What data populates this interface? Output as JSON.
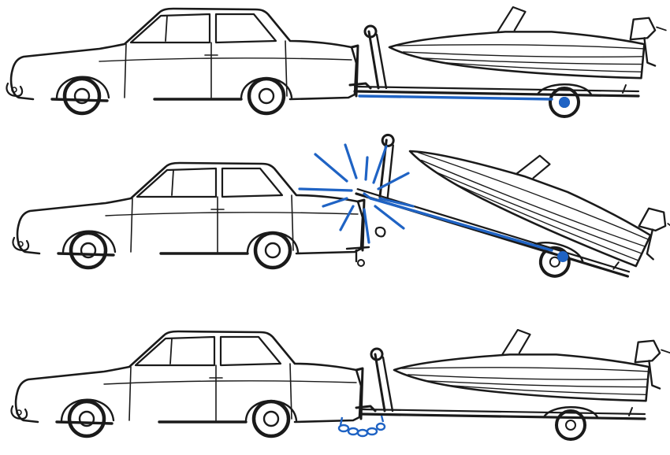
{
  "illustration": {
    "panels": [
      {
        "name": "hitched-correctly",
        "shows": [
          "car",
          "trailer",
          "boat"
        ],
        "hitch": "connected"
      },
      {
        "name": "hitch-failure",
        "shows": [
          "car",
          "trailer",
          "boat",
          "burst"
        ],
        "hitch": "detached"
      },
      {
        "name": "safety-chain-hitch",
        "shows": [
          "car",
          "trailer",
          "boat",
          "chain"
        ],
        "hitch": "chained"
      }
    ],
    "colors": {
      "ink": "#1a1a1a",
      "highlight": "#1f63c4",
      "background": "#ffffff"
    },
    "icons": [
      "car-icon",
      "boat-icon",
      "trailer-icon",
      "burst-icon",
      "safety-chain-icon"
    ]
  }
}
